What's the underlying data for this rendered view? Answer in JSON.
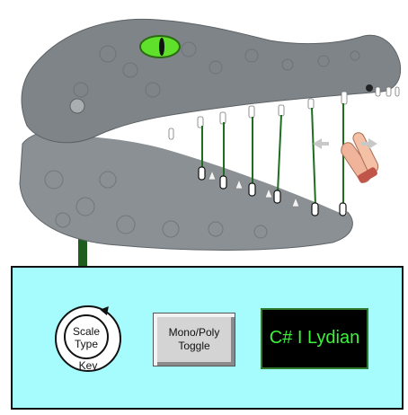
{
  "panel": {
    "knob": {
      "label_line1": "Scale",
      "label_line2": "Type",
      "label_bottom": "Key"
    },
    "toggle": {
      "line1": "Mono/Poly",
      "line2": "Toggle"
    },
    "display": {
      "text": "C# I Lydian",
      "text_color": "#3cf23c"
    }
  },
  "colors": {
    "panel_bg": "#a6fbfd",
    "string": "#1e6e1e",
    "croc": "#7e8487"
  },
  "icons": [
    "crocodile-head-illustration",
    "finger-hand-icon",
    "arrow-left-icon",
    "arrow-right-icon"
  ]
}
